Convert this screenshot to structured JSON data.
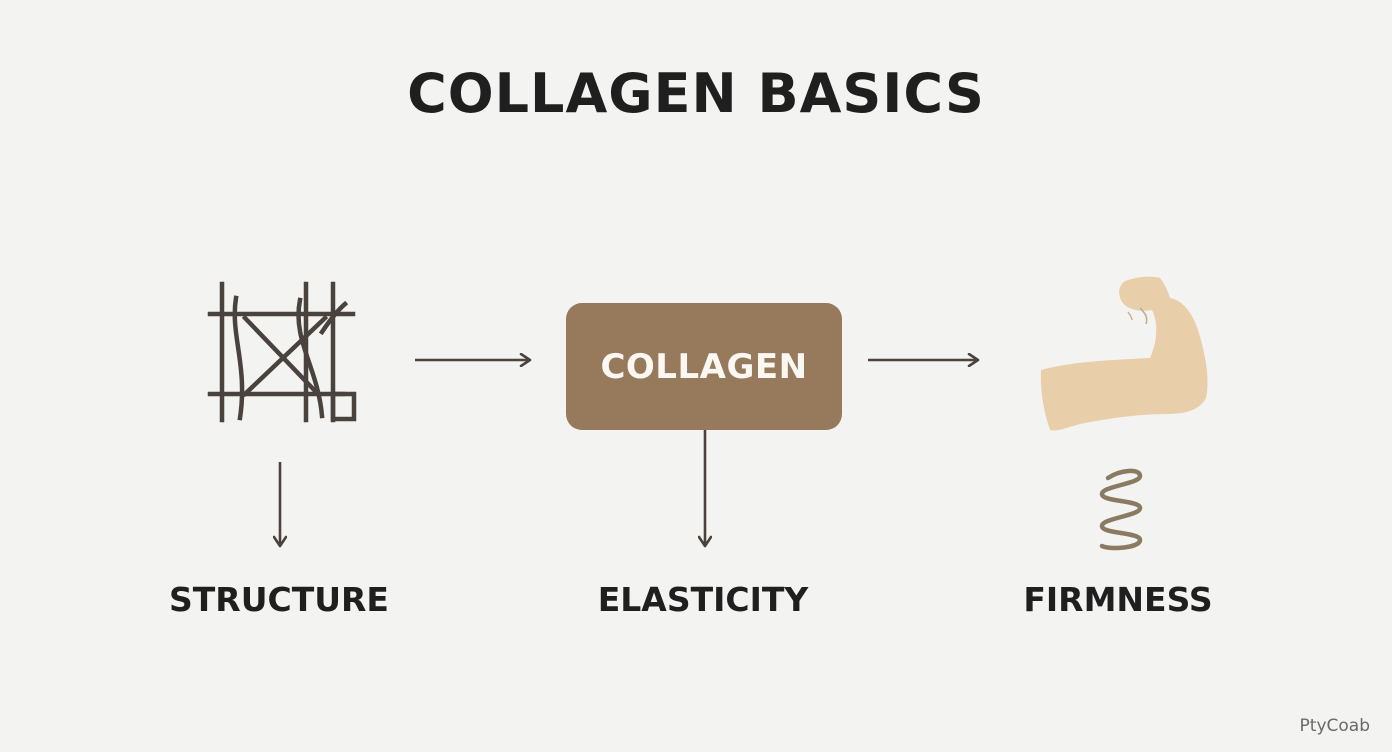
{
  "title": "COLLAGEN BASICS",
  "center_node": {
    "label": "COLLAGEN"
  },
  "nodes": [
    {
      "label": "STRUCTURE",
      "icon": "scaffold-icon"
    },
    {
      "label": "ELASTICITY",
      "icon": "down-arrow"
    },
    {
      "label": "FIRMNESS",
      "icon": "flexed-arm-icon"
    }
  ],
  "watermark": "PtyCoab",
  "colors": {
    "background": "#f3f3f2",
    "title_text": "#1f1f1f",
    "center_box": "#977a5c",
    "center_text": "#fbf8f3",
    "line": "#4a433d",
    "arm": "#e8cfaa",
    "spring": "#8a7a62"
  }
}
